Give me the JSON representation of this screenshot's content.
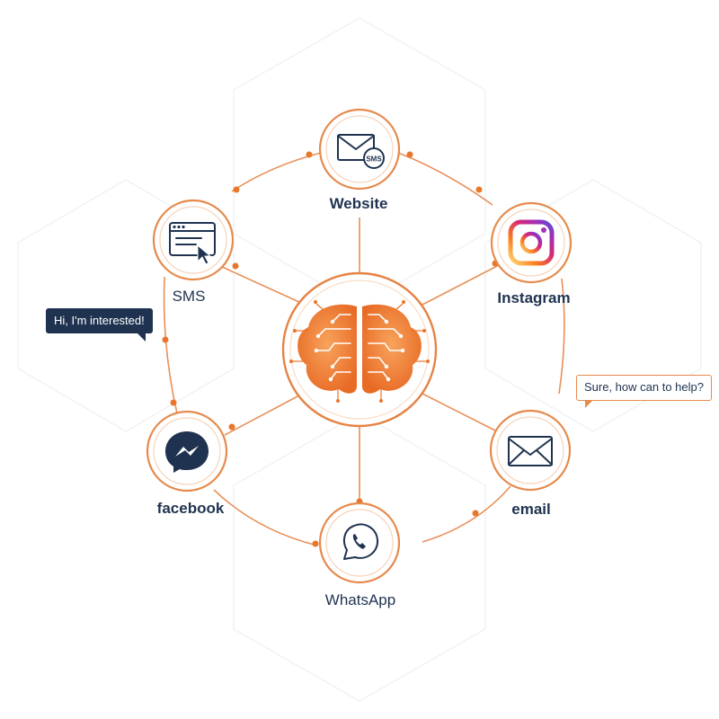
{
  "hub": {
    "icon": "brain-circuit-icon",
    "color": "#ec7a2e"
  },
  "nodes": {
    "website": {
      "label": "Website",
      "icon": "envelope-sms-icon",
      "badge": "SMS"
    },
    "sms": {
      "label": "SMS",
      "icon": "browser-window-cursor-icon"
    },
    "instagram": {
      "label": "Instagram",
      "icon": "instagram-icon"
    },
    "facebook": {
      "label": "facebook",
      "icon": "messenger-icon"
    },
    "email": {
      "label": "email",
      "icon": "envelope-icon"
    },
    "whatsapp": {
      "label": "WhatsApp",
      "icon": "whatsapp-icon"
    }
  },
  "bubbles": {
    "incoming": "Hi, I'm interested!",
    "reply": "Sure, how can to help?"
  },
  "colors": {
    "accent": "#e8762b",
    "navy": "#1f3350",
    "instagram_gradient": [
      "#feda75",
      "#fa7e1e",
      "#d62976",
      "#962fbf",
      "#4f5bd5"
    ]
  }
}
